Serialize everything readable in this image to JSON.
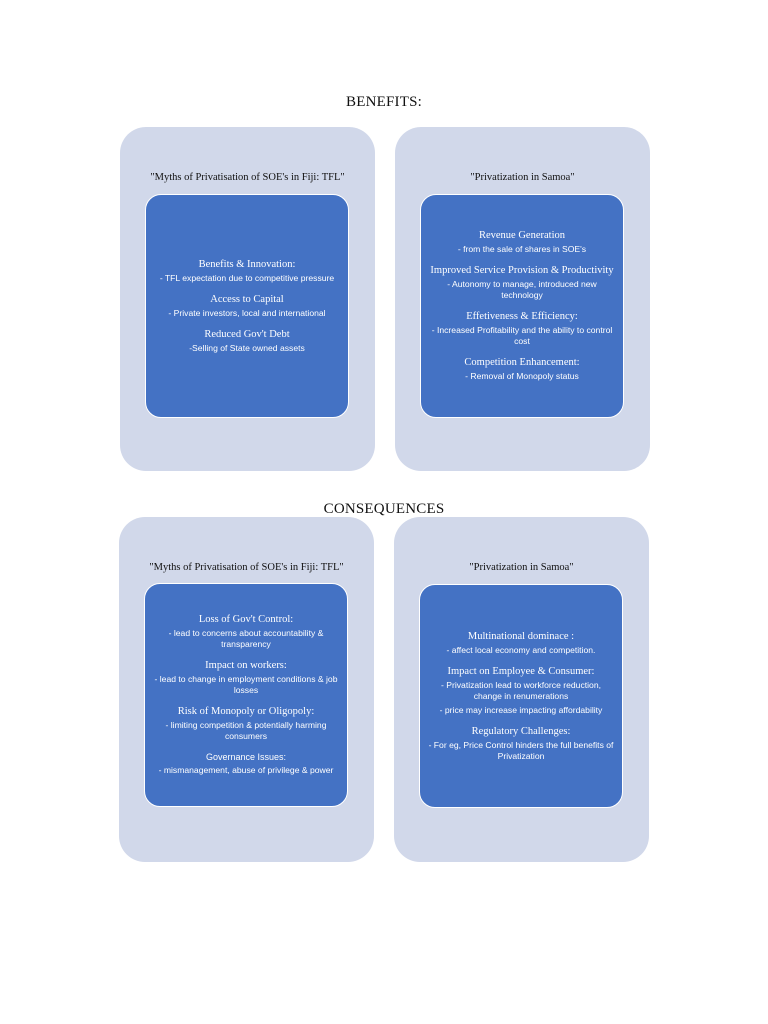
{
  "benefits_heading": "BENEFITS:",
  "consequences_heading": "CONSEQUENCES",
  "benefits": [
    {
      "title": "\"Myths of Privatisation of SOE's in Fiji: TFL\"",
      "items": [
        {
          "title": "Benefits & Innovation:",
          "details": [
            "- TFL expectation due to competitive pressure"
          ]
        },
        {
          "title": "Access to Capital",
          "details": [
            "- Private investors, local and international"
          ]
        },
        {
          "title": "Reduced Gov't Debt",
          "details": [
            "-Selling of State owned assets"
          ]
        }
      ]
    },
    {
      "title": "\"Privatization in Samoa\"",
      "items": [
        {
          "title": "Revenue Generation",
          "details": [
            "- from the sale of shares in SOE's"
          ]
        },
        {
          "title": "Improved Service Provision & Productivity",
          "details": [
            "- Autonomy to manage, introduced new technology"
          ]
        },
        {
          "title": "Effetiveness & Efficiency:",
          "details": [
            "- Increased Profitability and the ability to control cost"
          ]
        },
        {
          "title": "Competition Enhancement:",
          "details": [
            "- Removal of Monopoly status"
          ]
        }
      ]
    }
  ],
  "consequences": [
    {
      "title": "\"Myths of Privatisation of SOE's in Fiji: TFL\"",
      "items": [
        {
          "title": "Loss of Gov't Control:",
          "details": [
            "- lead to concerns about accountability & transparency"
          ]
        },
        {
          "title": "Impact on workers:",
          "details": [
            "- lead to change in employment conditions & job losses"
          ]
        },
        {
          "title": "Risk of Monopoly or Oligopoly:",
          "details": [
            "- limiting competition & potentially harming consumers"
          ]
        },
        {
          "title": "Governance Issues:",
          "sans": true,
          "details": [
            "- mismanagement, abuse of privilege & power"
          ]
        }
      ]
    },
    {
      "title": "\"Privatization in Samoa\"",
      "items": [
        {
          "title": "Multinational dominace :",
          "details": [
            "- affect local economy and competition."
          ]
        },
        {
          "title": "Impact on Employee & Consumer:",
          "details": [
            "- Privatization lead to workforce reduction, change in renumerations",
            "- price may increase impacting affordability"
          ]
        },
        {
          "title": "Regulatory Challenges:",
          "details": [
            "- For eg, Price Control hinders the full benefits of Privatization"
          ]
        }
      ]
    }
  ]
}
